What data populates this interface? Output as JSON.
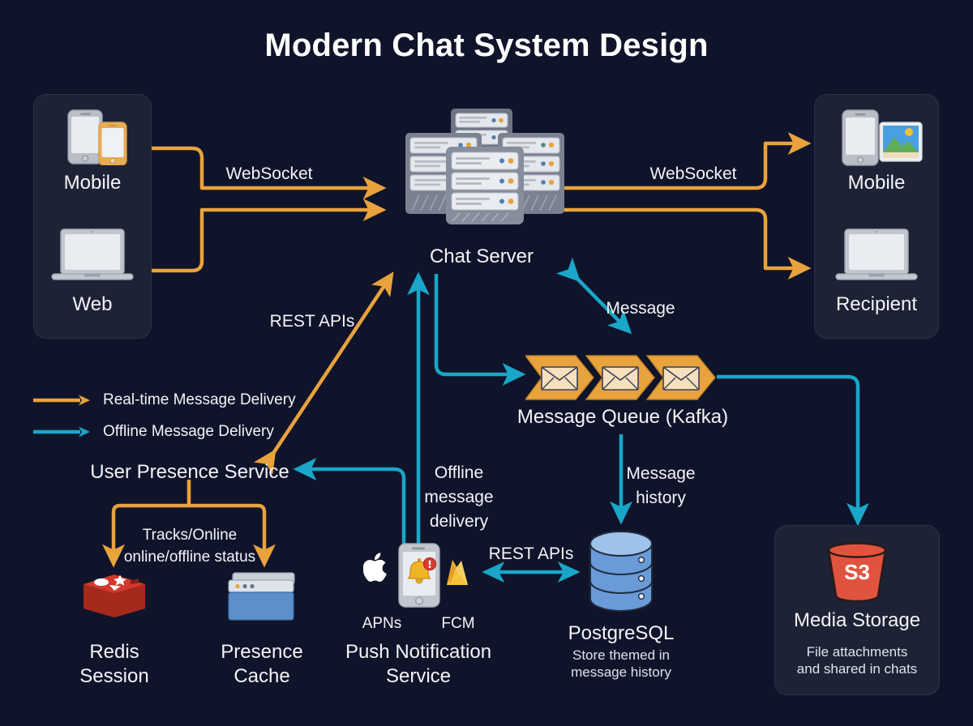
{
  "page": {
    "title": "Modern Chat System Design",
    "background": "#10142a",
    "card_bg": "#1d2235"
  },
  "colors": {
    "realtime_arrow": "#e8a33d",
    "offline_arrow": "#1aa6c8",
    "text": "#f2f4f8",
    "redis": "#d0392b",
    "s3": "#e0533f",
    "postgres": "#6a9bd8",
    "kafka_chevron": "#e8a33d"
  },
  "legend": {
    "items": [
      {
        "label": "Real-time Message Delivery",
        "color": "#e8a33d",
        "icon": "arrow-right-icon"
      },
      {
        "label": "Offline Message Delivery",
        "color": "#1aa6c8",
        "icon": "arrow-right-icon"
      }
    ]
  },
  "clients": {
    "left_panel": {
      "mobile_label": "Mobile",
      "web_label": "Web",
      "mobile_icon": "two-phones-icon",
      "web_icon": "laptop-icon"
    },
    "right_panel": {
      "mobile_label": "Mobile",
      "recipient_label": "Recipient",
      "mobile_icon": "phone-and-photo-icon",
      "recipient_icon": "laptop-icon"
    }
  },
  "nodes": {
    "chat_server": {
      "label": "Chat Server",
      "icon": "server-rack-icon"
    },
    "message_queue": {
      "label": "Message Queue (Kafka)",
      "icon": "queue-chevrons-icon",
      "chevron_count": 3
    },
    "user_presence": {
      "label": "User Presence Service"
    },
    "redis": {
      "label_line1": "Redis",
      "label_line2": "Session",
      "icon": "redis-logo-icon"
    },
    "presence_cache": {
      "label_line1": "Presence",
      "label_line2": "Cache",
      "icon": "cache-server-icon"
    },
    "push_notification": {
      "label_line1": "Push Notification",
      "label_line2": "Service",
      "apns_label": "APNs",
      "fcm_label": "FCM",
      "apns_icon": "apple-logo-icon",
      "fcm_icon": "firebase-flame-icon",
      "phone_icon": "phone-bell-notification-icon"
    },
    "postgresql": {
      "label": "PostgreSQL",
      "subtitle_line1": "Store themed in",
      "subtitle_line2": "message history",
      "icon": "database-cylinder-icon"
    },
    "media_storage": {
      "badge": "S3",
      "label": "Media Storage",
      "subtitle_line1": "File attachments",
      "subtitle_line2": "and shared in chats",
      "icon": "s3-bucket-icon"
    }
  },
  "edges": {
    "websocket_left": "WebSocket",
    "websocket_right": "WebSocket",
    "rest_apis_presence": "REST APIs",
    "message_queue_link": "Message",
    "offline_delivery_line1": "Offline",
    "offline_delivery_line2": "message",
    "offline_delivery_line3": "delivery",
    "message_history_line1": "Message",
    "message_history_line2": "history",
    "tracks_line1": "Tracks/Online",
    "tracks_line2": "online/offline status",
    "rest_apis_db": "REST APIs"
  }
}
